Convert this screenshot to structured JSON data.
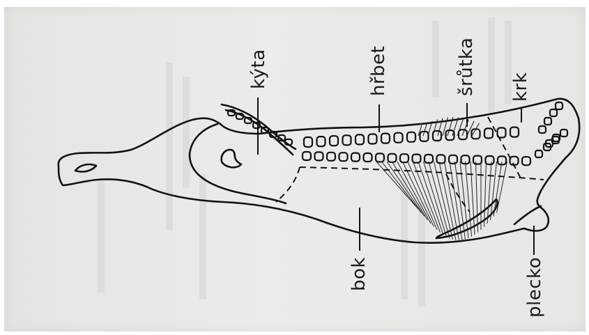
{
  "figure": {
    "labels": {
      "kyta": "kýta",
      "hrbet": "hřbet",
      "srutka": "šrůtka",
      "krk": "krk",
      "bok": "bok",
      "plecko": "plecko"
    }
  }
}
